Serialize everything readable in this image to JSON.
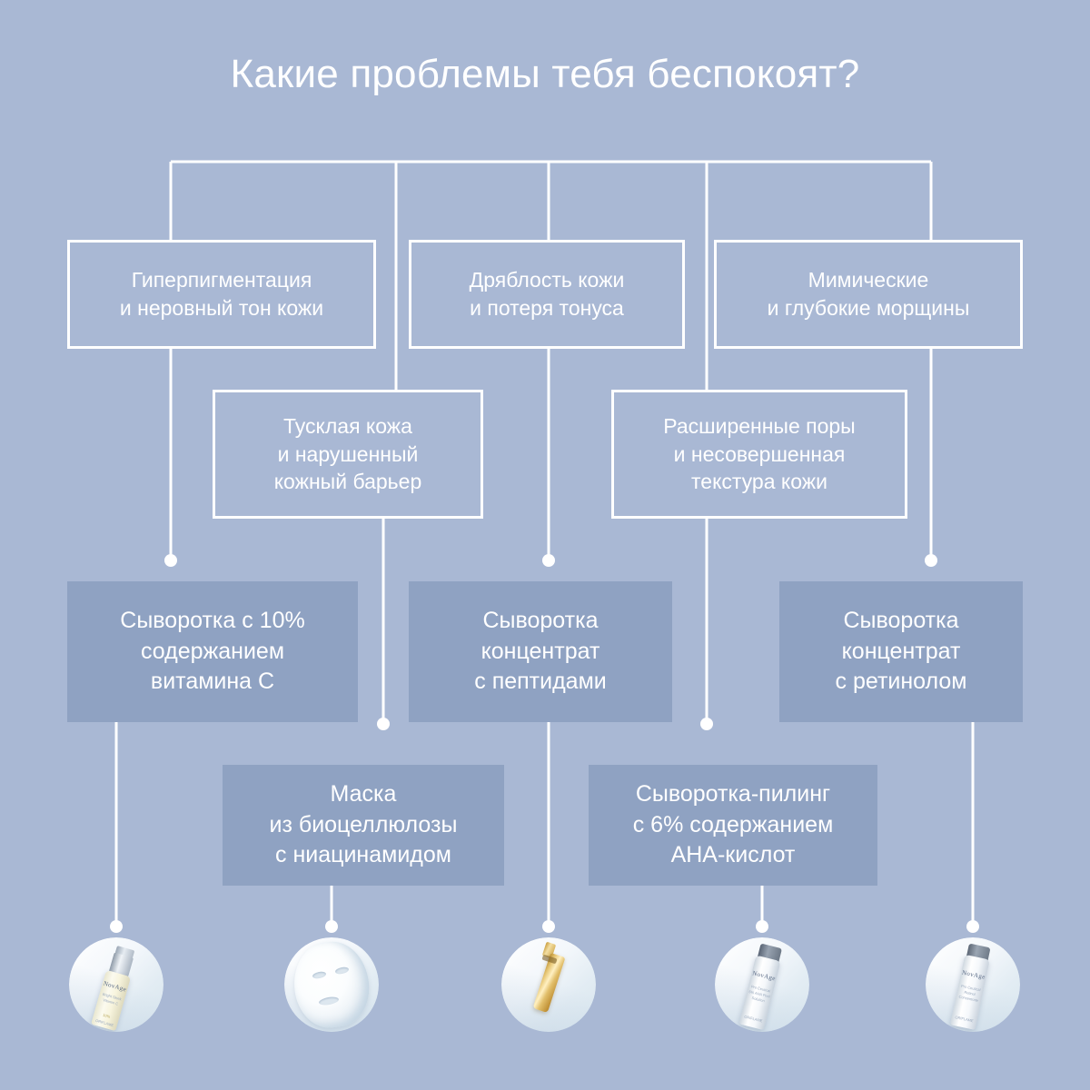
{
  "page": {
    "title": "Какие проблемы тебя беспокоят?",
    "background_color": "#a9b8d4",
    "line_color": "#ffffff",
    "filled_box_color": "#8fa2c2",
    "text_color": "#ffffff"
  },
  "problems": [
    {
      "id": "hyperpigmentation",
      "label": "Гиперпигментация\nи неровный тон кожи"
    },
    {
      "id": "laxity",
      "label": "Дряблость кожи\nи потеря тонуса"
    },
    {
      "id": "wrinkles",
      "label": "Мимические\nи глубокие морщины"
    },
    {
      "id": "dullness",
      "label": "Тусклая кожа\nи нарушенный\nкожный барьер"
    },
    {
      "id": "pores",
      "label": "Расширенные поры\nи несовершенная\nтекстура кожи"
    }
  ],
  "products": [
    {
      "id": "vitamin-c",
      "label": "Сыворотка с 10%\nсодержанием\nвитамина C",
      "image": "serum-bottle-vitamin-c"
    },
    {
      "id": "peptides",
      "label": "Сыворотка\nконцентрат\nс пептидами",
      "image": "gold-ampoule-peptide"
    },
    {
      "id": "retinol",
      "label": "Сыворотка\nконцентрат\nс ретинолом",
      "image": "novage-white-bottle-retinol"
    },
    {
      "id": "mask",
      "label": "Маска\nиз биоцеллюлозы\nс ниацинамидом",
      "image": "white-sheet-mask"
    },
    {
      "id": "aha-peel",
      "label": "Сыворотка-пилинг\nс 6% содержанием\nAHA-кислот",
      "image": "novage-white-bottle-peel"
    }
  ]
}
